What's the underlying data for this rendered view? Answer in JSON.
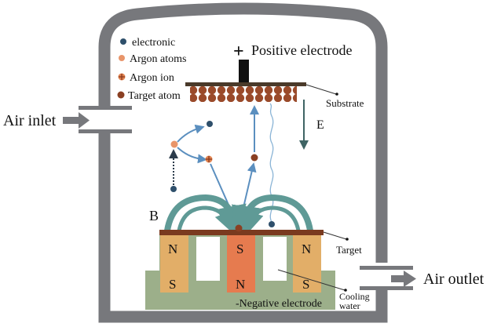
{
  "legend": {
    "items": [
      {
        "label": "electronic",
        "icon": "electron-dot-icon",
        "color": "#2e4f6b"
      },
      {
        "label": "Argon atoms",
        "icon": "argon-atom-dot-icon",
        "color": "#e8956a"
      },
      {
        "label": "Argon ion",
        "icon": "argon-ion-plus-icon",
        "color": "#e0824f"
      },
      {
        "label": "Target atom",
        "icon": "target-atom-dot-icon",
        "color": "#8a3f22"
      }
    ]
  },
  "labels": {
    "positive_electrode_sign": "+",
    "positive_electrode": "Positive electrode",
    "substrate": "Substrate",
    "electric_field": "E",
    "magnetic_field": "B",
    "air_inlet": "Air inlet",
    "air_outlet": "Air outlet",
    "target": "Target",
    "cooling_water_line1": "Cooling",
    "cooling_water_line2": "water",
    "negative_electrode": "-Negative electrode"
  },
  "magnets": [
    {
      "top": "N",
      "bottom": "S",
      "color": "#e2ae68"
    },
    {
      "top": "S",
      "bottom": "N",
      "color": "#e67b4f"
    },
    {
      "top": "N",
      "bottom": "S",
      "color": "#e2ae68"
    }
  ],
  "colors": {
    "chamber": "#77787c",
    "substrate_bar": "#4a3a2a",
    "target_plate": "#7a3a1f",
    "base": "#9caf8a",
    "field_lines": "#5f9a96",
    "particle_paths": "#5b8fbf",
    "e_arrow": "#3f6464"
  }
}
